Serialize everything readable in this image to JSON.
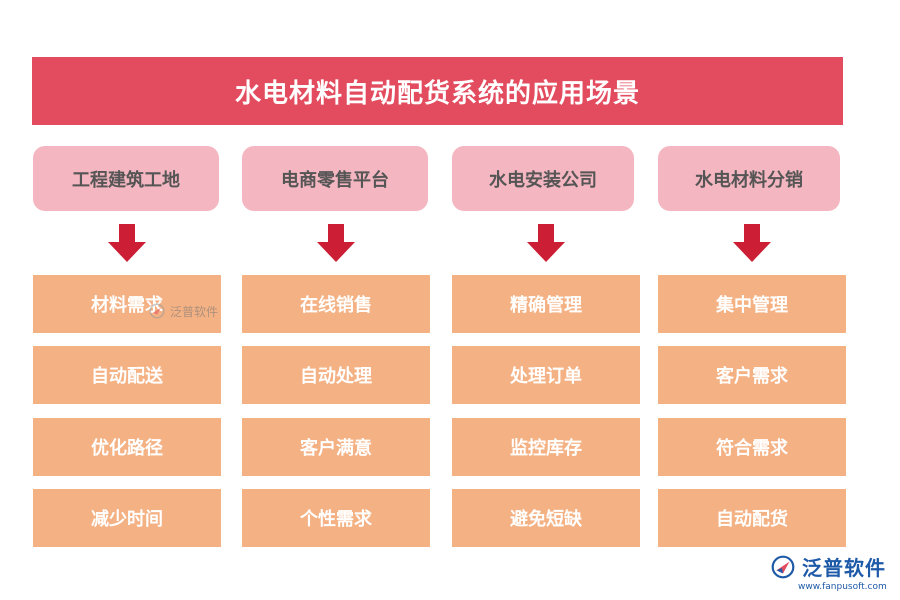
{
  "title": "水电材料自动配货系统的应用场景",
  "colors": {
    "title_bg": "#e34c5f",
    "header_bg": "#f4b6c0",
    "header_text": "#555555",
    "arrow": "#cc1f36",
    "item_bg": "#f4b183"
  },
  "columns": [
    {
      "header": "工程建筑工地",
      "items": [
        "材料需求",
        "自动配送",
        "优化路径",
        "减少时间"
      ]
    },
    {
      "header": "电商零售平台",
      "items": [
        "在线销售",
        "自动处理",
        "客户满意",
        "个性需求"
      ]
    },
    {
      "header": "水电安装公司",
      "items": [
        "精确管理",
        "处理订单",
        "监控库存",
        "避免短缺"
      ]
    },
    {
      "header": "水电材料分销",
      "items": [
        "集中管理",
        "客户需求",
        "符合需求",
        "自动配货"
      ]
    }
  ],
  "watermark": {
    "text": "泛普软件",
    "icon": "fanpu-logo-icon"
  },
  "logo": {
    "text": "泛普软件",
    "url": "www.fanpusoft.com",
    "icon": "fanpu-logo-icon"
  }
}
